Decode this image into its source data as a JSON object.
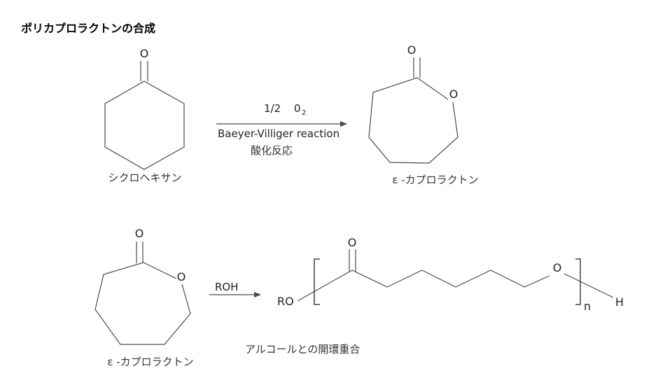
{
  "title": "ポリカプロラクトンの合成",
  "atoms": {
    "oxygen": "O",
    "hydrogen": "H",
    "ro": "RO",
    "n": "n"
  },
  "reaction1": {
    "reagent_main": "1/2",
    "reagent_o": "0",
    "reagent_sub": "2",
    "name": "Baeyer-Villiger reaction",
    "name_ja": "酸化反応",
    "reactant_label": "シクロヘキサン",
    "product_label": "ε -カプロラクトン"
  },
  "reaction2": {
    "reagent": "ROH",
    "reactant_label": "ε -カプロラクトン",
    "description": "アルコールとの開環重合"
  },
  "colors": {
    "bond": "#4a4a4a",
    "text": "#222222",
    "background": "#ffffff"
  }
}
